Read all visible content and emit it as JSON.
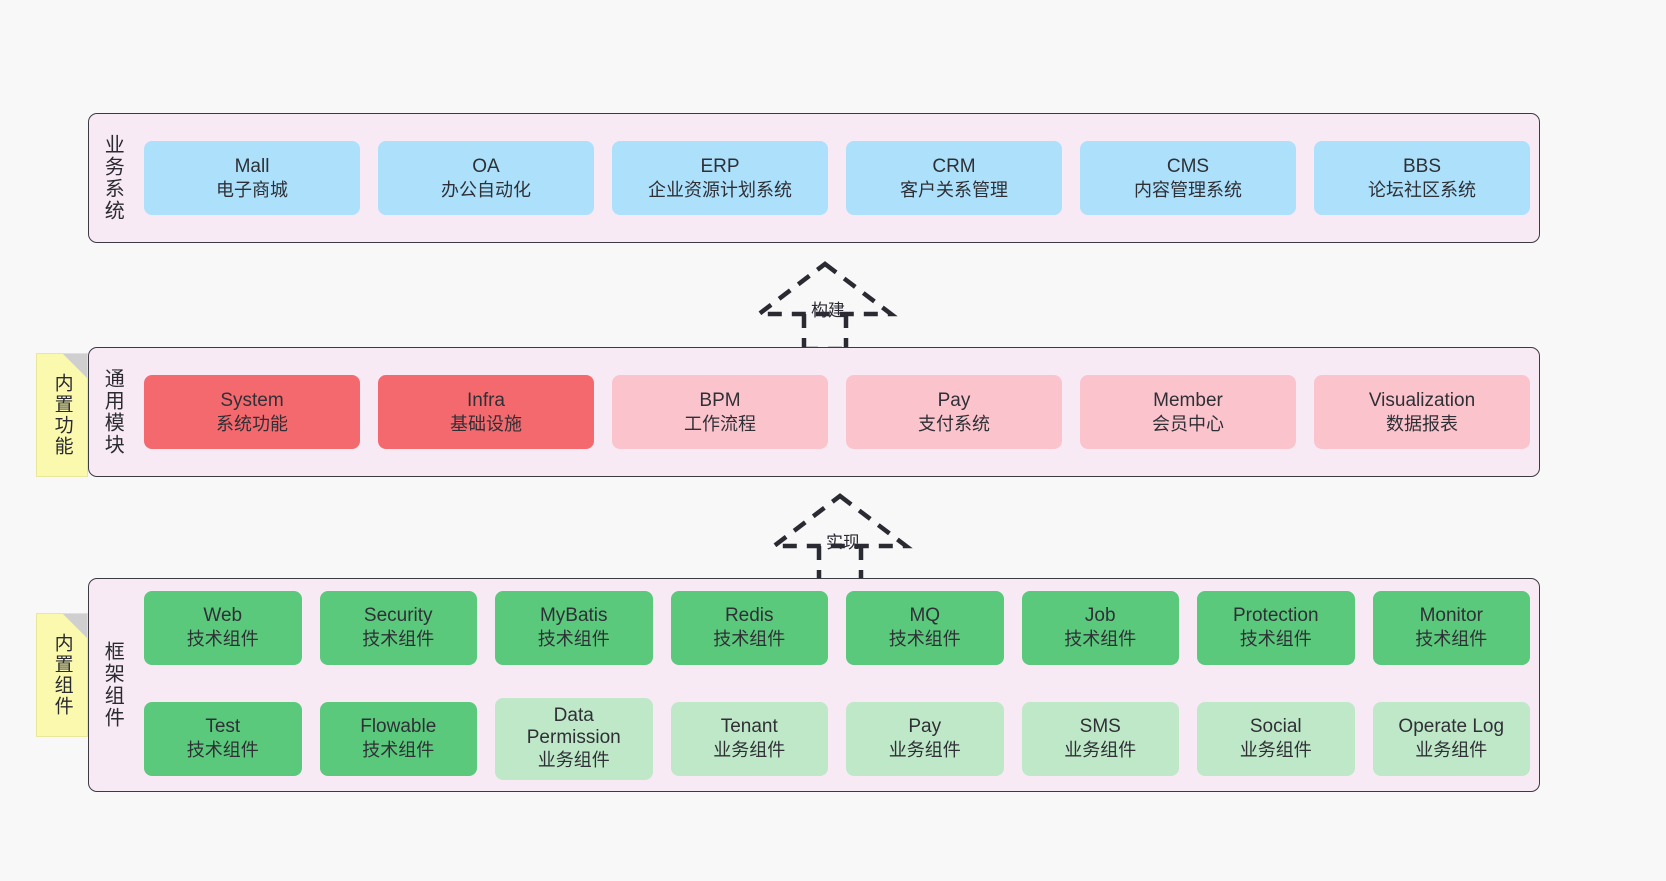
{
  "diagram": {
    "background": "#f8f8f8",
    "layers": [
      {
        "id": "business-system",
        "title": "业务系统",
        "fill": "#f8eaf5",
        "style": "blue",
        "items": [
          {
            "name": "Mall",
            "desc": "电子商城"
          },
          {
            "name": "OA",
            "desc": "办公自动化"
          },
          {
            "name": "ERP",
            "desc": "企业资源计划系统"
          },
          {
            "name": "CRM",
            "desc": "客户关系管理"
          },
          {
            "name": "CMS",
            "desc": "内容管理系统"
          },
          {
            "name": "BBS",
            "desc": "论坛社区系统"
          }
        ]
      },
      {
        "id": "common-module",
        "title": "通用模块",
        "fill": "#f8eaf5",
        "note": "内置功能",
        "items": [
          {
            "name": "System",
            "desc": "系统功能",
            "style": "red"
          },
          {
            "name": "Infra",
            "desc": "基础设施",
            "style": "red"
          },
          {
            "name": "BPM",
            "desc": "工作流程",
            "style": "pink"
          },
          {
            "name": "Pay",
            "desc": "支付系统",
            "style": "pink"
          },
          {
            "name": "Member",
            "desc": "会员中心",
            "style": "pink"
          },
          {
            "name": "Visualization",
            "desc": "数据报表",
            "style": "pink"
          }
        ]
      },
      {
        "id": "framework-component",
        "title": "框架组件",
        "fill": "#f8eaf5",
        "note": "内置组件",
        "rows": [
          [
            {
              "name": "Web",
              "desc": "技术组件",
              "style": "green"
            },
            {
              "name": "Security",
              "desc": "技术组件",
              "style": "green"
            },
            {
              "name": "MyBatis",
              "desc": "技术组件",
              "style": "green"
            },
            {
              "name": "Redis",
              "desc": "技术组件",
              "style": "green"
            },
            {
              "name": "MQ",
              "desc": "技术组件",
              "style": "green"
            },
            {
              "name": "Job",
              "desc": "技术组件",
              "style": "green"
            },
            {
              "name": "Protection",
              "desc": "技术组件",
              "style": "green"
            },
            {
              "name": "Monitor",
              "desc": "技术组件",
              "style": "green"
            }
          ],
          [
            {
              "name": "Test",
              "desc": "技术组件",
              "style": "green"
            },
            {
              "name": "Flowable",
              "desc": "技术组件",
              "style": "green"
            },
            {
              "name": "Data Permission",
              "desc": "业务组件",
              "style": "lightgreen"
            },
            {
              "name": "Tenant",
              "desc": "业务组件",
              "style": "lightgreen"
            },
            {
              "name": "Pay",
              "desc": "业务组件",
              "style": "lightgreen"
            },
            {
              "name": "SMS",
              "desc": "业务组件",
              "style": "lightgreen"
            },
            {
              "name": "Social",
              "desc": "业务组件",
              "style": "lightgreen"
            },
            {
              "name": "Operate Log",
              "desc": "业务组件",
              "style": "lightgreen"
            }
          ]
        ]
      }
    ],
    "connectors": [
      {
        "id": "build",
        "label": "构建",
        "from": "common-module",
        "to": "business-system"
      },
      {
        "id": "implement",
        "label": "实现",
        "from": "framework-component",
        "to": "common-module"
      }
    ],
    "colors": {
      "layer_bg": "#f8eaf5",
      "layer_border": "#3b3b44",
      "blue": "#ace0fb",
      "red": "#f4696e",
      "pink": "#fbc4cd",
      "green": "#5bc97c",
      "lightgreen": "#bfe8c8",
      "note_bg": "#fbf9ae",
      "note_fold": "#cfcfcf",
      "text": "#2f3036"
    }
  }
}
